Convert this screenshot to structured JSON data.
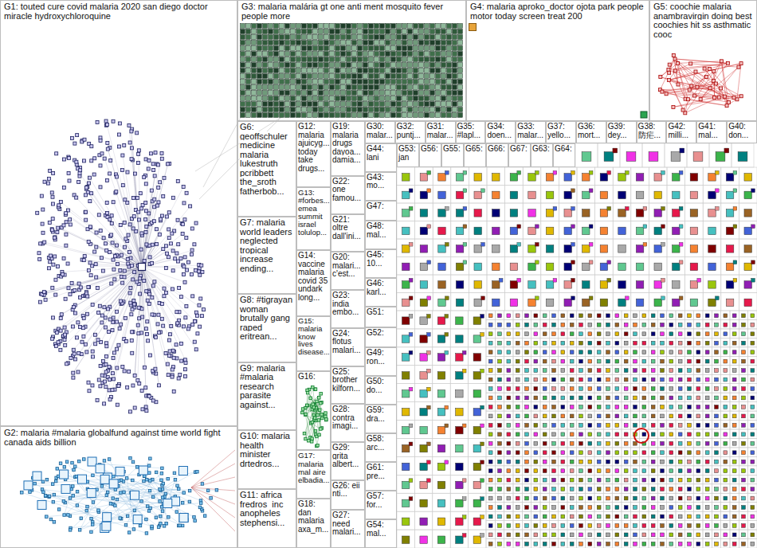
{
  "diagram": {
    "nodes": [
      {
        "text": [
          "G1: touted cure covid malaria 2020 san diego doctor miracle hydroxychloroquine"
        ]
      },
      {
        "text": [
          "G2: malaria #malaria globalfund against time world fight canada aids billion"
        ]
      },
      {
        "text": [
          "G3: malaria malária gt one anti ment mosquito fever people more"
        ]
      },
      {
        "text": [
          "G4: malaria aproko_doctor ojota park people motor today screen treat 200"
        ]
      },
      {
        "text": [
          "G5: coochie malaria anambravirgin doing best coochies hit ss asthmatic cooc"
        ]
      },
      {
        "text": [
          "G6: geoffschuler medicine malaria lukestruth pcribbett the_sroth fatherbob..."
        ]
      },
      {
        "text": [
          "G7: malaria world leaders neglected tropical increase ending..."
        ]
      },
      {
        "text": [
          "G8: #tigrayan woman brutally gang raped eritrean..."
        ]
      },
      {
        "text": [
          "G9: malaria #malaria research parasite against..."
        ]
      },
      {
        "text": [
          "G10: malaria health minister drtedros..."
        ]
      },
      {
        "text": [
          "G11: africa fredros_inc anopheles stephensi..."
        ]
      },
      {
        "text": [
          "G12: malaria ajuicyg... today take drugs..."
        ]
      },
      {
        "text": [
          "G13: #forbes... emea summit israel tolulop..."
        ]
      },
      {
        "text": [
          "G14: vaccine malaria covid 35 undark long..."
        ]
      },
      {
        "text": [
          "G15: malaria know lives disease..."
        ]
      },
      {
        "text": [
          "G16:"
        ]
      },
      {
        "text": [
          "G17: malaria mal aire elbadia..."
        ]
      },
      {
        "text": [
          "G18: dan malaria axa_m..."
        ]
      },
      {
        "text": [
          "G19: malaria drugs dayoa... damia..."
        ]
      },
      {
        "text": [
          "G22: one famou..."
        ]
      },
      {
        "text": [
          "G21: oltre dall'ini..."
        ]
      },
      {
        "text": [
          "G20: malari... c'est..."
        ]
      },
      {
        "text": [
          "G23: india embo..."
        ]
      },
      {
        "text": [
          "G24: flotus malari..."
        ]
      },
      {
        "text": [
          "G25: brother kilforn..."
        ]
      },
      {
        "text": [
          "G28: contra imagi..."
        ]
      },
      {
        "text": [
          "G29: grita albert..."
        ]
      },
      {
        "text": [
          "G26: eii nti..."
        ]
      },
      {
        "text": [
          "G27: need malari..."
        ]
      },
      {
        "text": [
          "G30: malar..."
        ]
      },
      {
        "text": [
          "G32: puntj..."
        ]
      },
      {
        "text": [
          "G31: malar..."
        ]
      },
      {
        "text": [
          "G35: #lapl..."
        ]
      },
      {
        "text": [
          "G34: doen..."
        ]
      },
      {
        "text": [
          "G33: malar..."
        ]
      },
      {
        "text": [
          "G37: yello..."
        ]
      },
      {
        "text": [
          "G36: mort..."
        ]
      },
      {
        "text": [
          "G39: dey..."
        ]
      },
      {
        "text": [
          "G38: 防疟..."
        ]
      },
      {
        "text": [
          "G42: milli..."
        ]
      },
      {
        "text": [
          "G41: mal..."
        ]
      },
      {
        "text": [
          "G40: don..."
        ]
      },
      {
        "text": [
          "G44: lani"
        ]
      },
      {
        "text": [
          "G43: mo..."
        ]
      },
      {
        "text": [
          "G47:"
        ]
      },
      {
        "text": [
          "G48: mal..."
        ]
      },
      {
        "text": [
          "G45: 10..."
        ]
      },
      {
        "text": [
          "G46: karl..."
        ]
      },
      {
        "text": [
          "G51:"
        ]
      },
      {
        "text": [
          "G52:"
        ]
      },
      {
        "text": [
          "G49: ron..."
        ]
      },
      {
        "text": [
          "G50: do..."
        ]
      },
      {
        "text": [
          "G59: dra..."
        ]
      },
      {
        "text": [
          "G58: arc..."
        ]
      },
      {
        "text": [
          "G61: pre..."
        ]
      },
      {
        "text": [
          "G57: for..."
        ]
      },
      {
        "text": [
          "G54: mal..."
        ]
      },
      {
        "text": [
          "G53: jan"
        ]
      },
      {
        "text": [
          "G56:"
        ]
      },
      {
        "text": [
          "G55:"
        ]
      },
      {
        "text": [
          "G65:"
        ]
      },
      {
        "text": [
          "G66:"
        ]
      },
      {
        "text": [
          "G67:"
        ]
      },
      {
        "text": [
          "G63:"
        ]
      },
      {
        "text": [
          "G64:"
        ]
      }
    ]
  }
}
